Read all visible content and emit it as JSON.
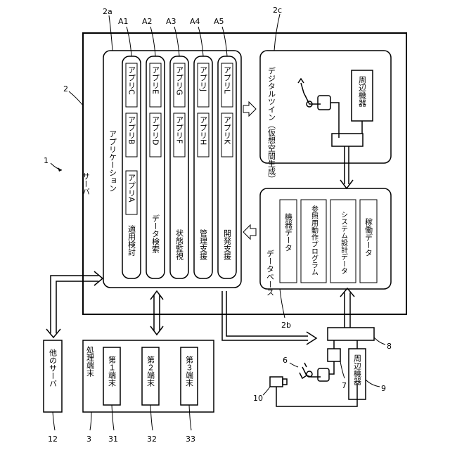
{
  "labels": {
    "system": "1",
    "server": "2",
    "applications": "2a",
    "database": "2b",
    "digital_twin": "2c",
    "a1": "A1",
    "a2": "A2",
    "a3": "A3",
    "a4": "A4",
    "a5": "A5",
    "processing_terminal": "3",
    "terminal_1": "31",
    "terminal_2": "32",
    "terminal_3": "33",
    "robot": "6",
    "controller": "7",
    "hub": "8",
    "peripheral": "9",
    "camera": "10",
    "other_server": "12"
  },
  "server": {
    "title": "サーバ",
    "app_group_title": "アプリケーション",
    "apps": [
      {
        "name": "適用検討",
        "items": [
          "アプリA",
          "アプリB",
          "アプリC"
        ]
      },
      {
        "name": "データ検索",
        "items": [
          "",
          "アプリD",
          "アプリE"
        ]
      },
      {
        "name": "状態監視",
        "items": [
          "",
          "アプリF",
          "アプリG"
        ]
      },
      {
        "name": "管理支援",
        "items": [
          "",
          "アプリH",
          "アプリJ"
        ]
      },
      {
        "name": "開発支援",
        "items": [
          "",
          "アプリK",
          "アプリL"
        ]
      }
    ],
    "twin_title": "デジタルツイン（仮想空間生成）",
    "twin_peripheral": "周辺機器",
    "db_title": "データベース",
    "db_items": [
      "機器データ",
      "参照用動作プログラム",
      "システム設計データ",
      "稼働データ"
    ]
  },
  "terminals": {
    "title": "処理端末",
    "items": [
      "第１端末",
      "第２端末",
      "第３端末"
    ]
  },
  "other_server": "他のサーバ",
  "field_peripheral": "周辺機器"
}
